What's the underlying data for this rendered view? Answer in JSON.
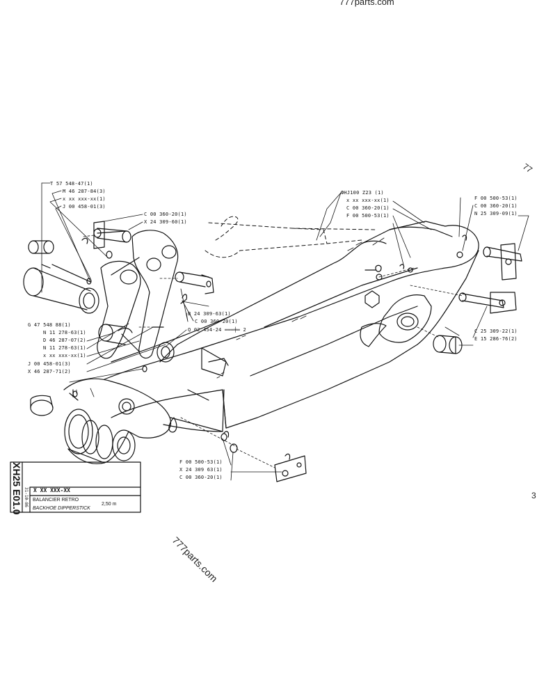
{
  "watermarks": {
    "top": "777parts.com",
    "middle": "777parts.com",
    "right": "77",
    "edge": "3"
  },
  "callouts": [
    {
      "id": "t57548",
      "text": "T 57 548-47(1)"
    },
    {
      "id": "m46287",
      "text": "M 46 287-84(3)"
    },
    {
      "id": "xxx1",
      "text": "x xx xxx-xx(1)"
    },
    {
      "id": "j00458a",
      "text": "J 00 458-01(3)"
    },
    {
      "id": "c00360a",
      "text": "C 00 360-20(1)"
    },
    {
      "id": "x24309a",
      "text": "X 24 309-60(1)"
    },
    {
      "id": "b24309",
      "text": "B 24 309-63(1)"
    },
    {
      "id": "c00360b",
      "text": "C 00 360-20(1)"
    },
    {
      "id": "q02454",
      "text": "Q 02 454-24 ═══╪═ 2"
    },
    {
      "id": "g47548",
      "text": "G 47 548 88(1)"
    },
    {
      "id": "n11278a",
      "text": "N 11 278-63(1)"
    },
    {
      "id": "d46287",
      "text": "D 46 287-07(2)"
    },
    {
      "id": "n11278b",
      "text": "N 11 278-63(1)"
    },
    {
      "id": "xxx2",
      "text": "x xx xxx-xx(1)"
    },
    {
      "id": "j00458b",
      "text": "J 00 458-01(3)"
    },
    {
      "id": "x46287",
      "text": "X 46 287-71(2)"
    },
    {
      "id": "hj100",
      "text": "ФHJ100 Z23 (1)"
    },
    {
      "id": "xxx3",
      "text": "x xx xxx-xx(1)"
    },
    {
      "id": "c00360c",
      "text": "C 00 360-20(1)"
    },
    {
      "id": "f00500a",
      "text": "F 00 500-53(1)"
    },
    {
      "id": "f00500b",
      "text": "F 00 500-53(1)"
    },
    {
      "id": "c00360d",
      "text": "C 00 360-20(1)"
    },
    {
      "id": "n25309",
      "text": "N 25 309-09(1)"
    },
    {
      "id": "c25309",
      "text": "C 25 309-22(1)"
    },
    {
      "id": "e15286",
      "text": "E 15 286-76(2)"
    },
    {
      "id": "f00500c",
      "text": "F 00 500-53(1)"
    },
    {
      "id": "x24309b",
      "text": "X 24 309 63(1)"
    },
    {
      "id": "c00360e",
      "text": "C 00 360-20(1)"
    }
  ],
  "title_block": {
    "ref_code": "XH25 E01.0",
    "date": "31-10-86",
    "code": "X XX XXX-XX",
    "name_fr": "BALANCIER RETRO",
    "name_en": "BACKHOE DIPPERSTICK",
    "size": "2,50 m"
  }
}
